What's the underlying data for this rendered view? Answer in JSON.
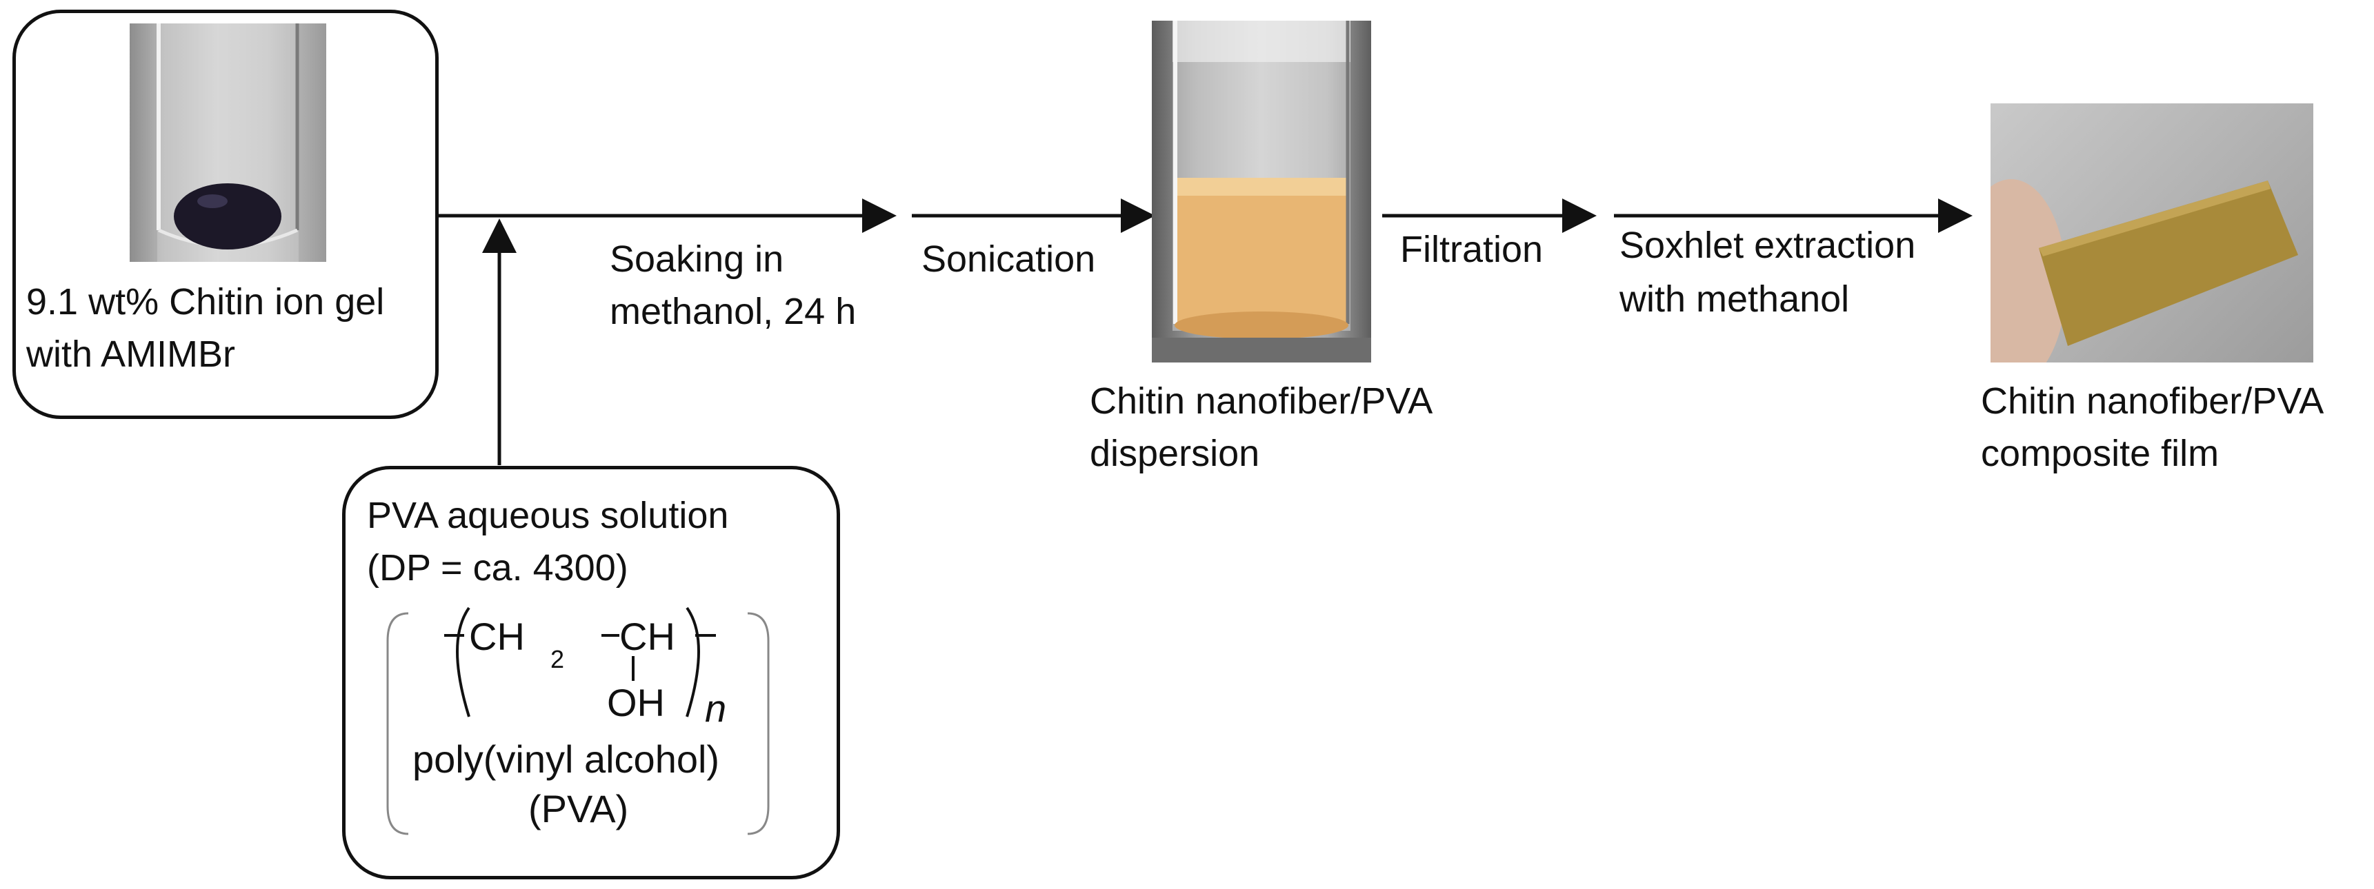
{
  "colors": {
    "line": "#111111",
    "gel": "#1c1828",
    "dispersion": "#e8b673",
    "film": "#a88a3a",
    "background": "#ffffff"
  },
  "nodes": {
    "ion_gel": {
      "label": [
        "9.1 wt% Chitin ion gel",
        "with AMIMBr"
      ]
    },
    "pva_solution": {
      "label": [
        "PVA aqueous solution",
        "(DP = ca. 4300)"
      ],
      "structure": {
        "group1": "CH",
        "group1_sub": "2",
        "group2": "CH",
        "substituent": "OH",
        "repeat": "n",
        "name": "poly(vinyl alcohol)",
        "abbrev": "(PVA)"
      }
    },
    "dispersion": {
      "label": [
        "Chitin nanofiber/PVA",
        "dispersion"
      ]
    },
    "film": {
      "label": [
        "Chitin nanofiber/PVA",
        "composite film"
      ]
    }
  },
  "steps": [
    {
      "label": [
        "Soaking in",
        "methanol, 24 h"
      ]
    },
    {
      "label": [
        "Sonication"
      ]
    },
    {
      "label": [
        "Filtration"
      ]
    },
    {
      "label": [
        "Soxhlet extraction",
        "with methanol"
      ]
    }
  ]
}
